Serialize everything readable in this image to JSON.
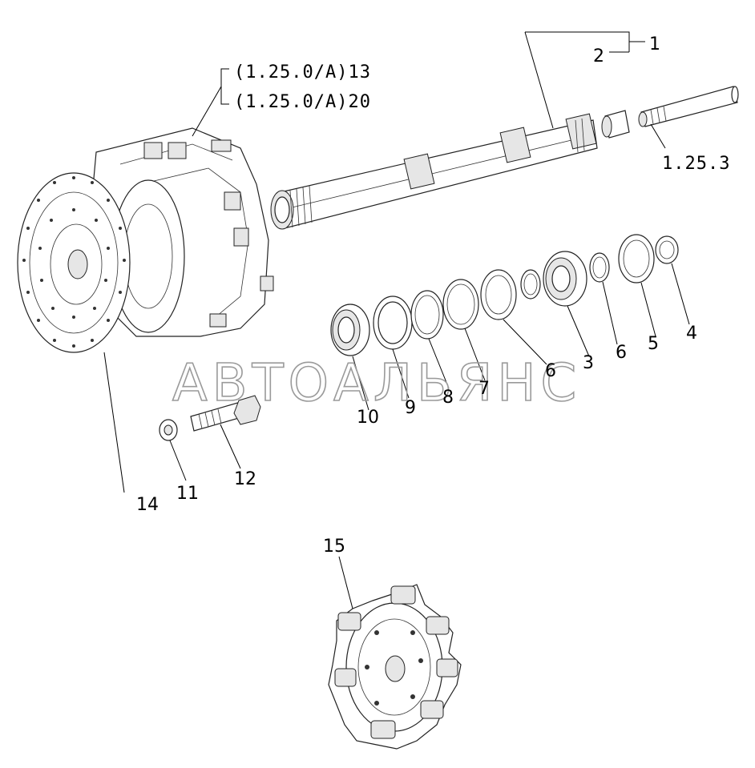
{
  "references": {
    "ref_top": "(1.25.0/A)13",
    "ref_bottom": "(1.25.0/A)20",
    "ref_right": "1.25.3"
  },
  "watermark": "АВТОАЛЬЯНС",
  "part_labels": {
    "p1": "1",
    "p2": "2",
    "p3": "3",
    "p4": "4",
    "p5": "5",
    "p6a": "6",
    "p6b": "6",
    "p7": "7",
    "p8": "8",
    "p9": "9",
    "p10": "10",
    "p11": "11",
    "p12": "12",
    "p14": "14",
    "p15": "15"
  },
  "colors": {
    "line": "#000000",
    "watermark": "#9a9a9a",
    "fill": "#e6e6e6"
  }
}
